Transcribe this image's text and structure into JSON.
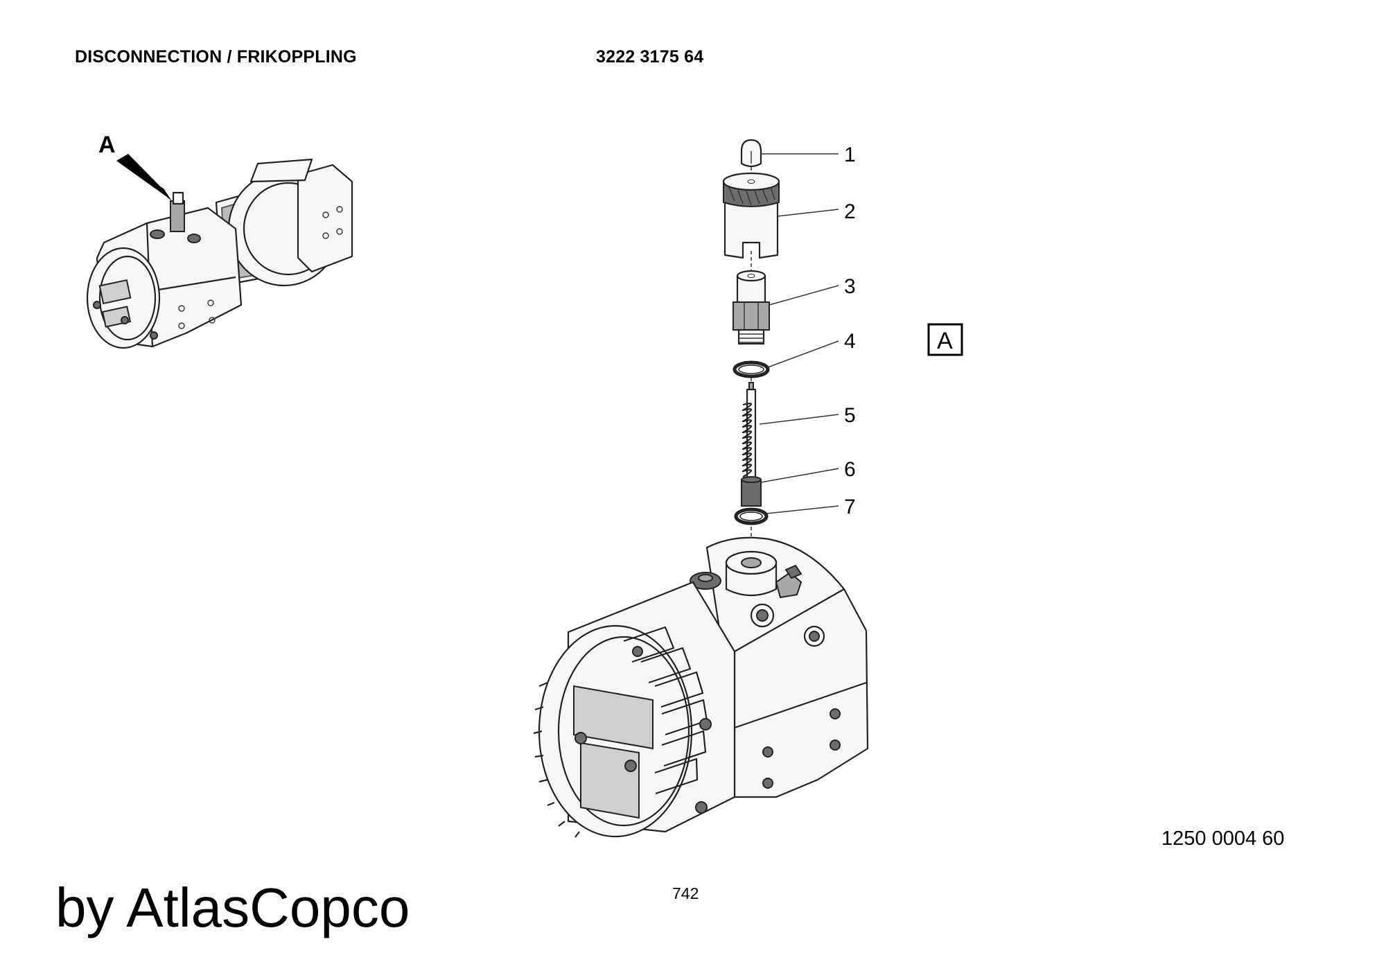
{
  "header": {
    "title": "DISCONNECTION / FRIKOPPLING",
    "part_number": "3222 3175 64"
  },
  "detail_reference": "A",
  "overview_callout": "A",
  "callouts": [
    "1",
    "2",
    "3",
    "4",
    "5",
    "6",
    "7"
  ],
  "drawing_number": "1250 0004 60",
  "page_number": "742",
  "watermark": "by AtlasCopco"
}
